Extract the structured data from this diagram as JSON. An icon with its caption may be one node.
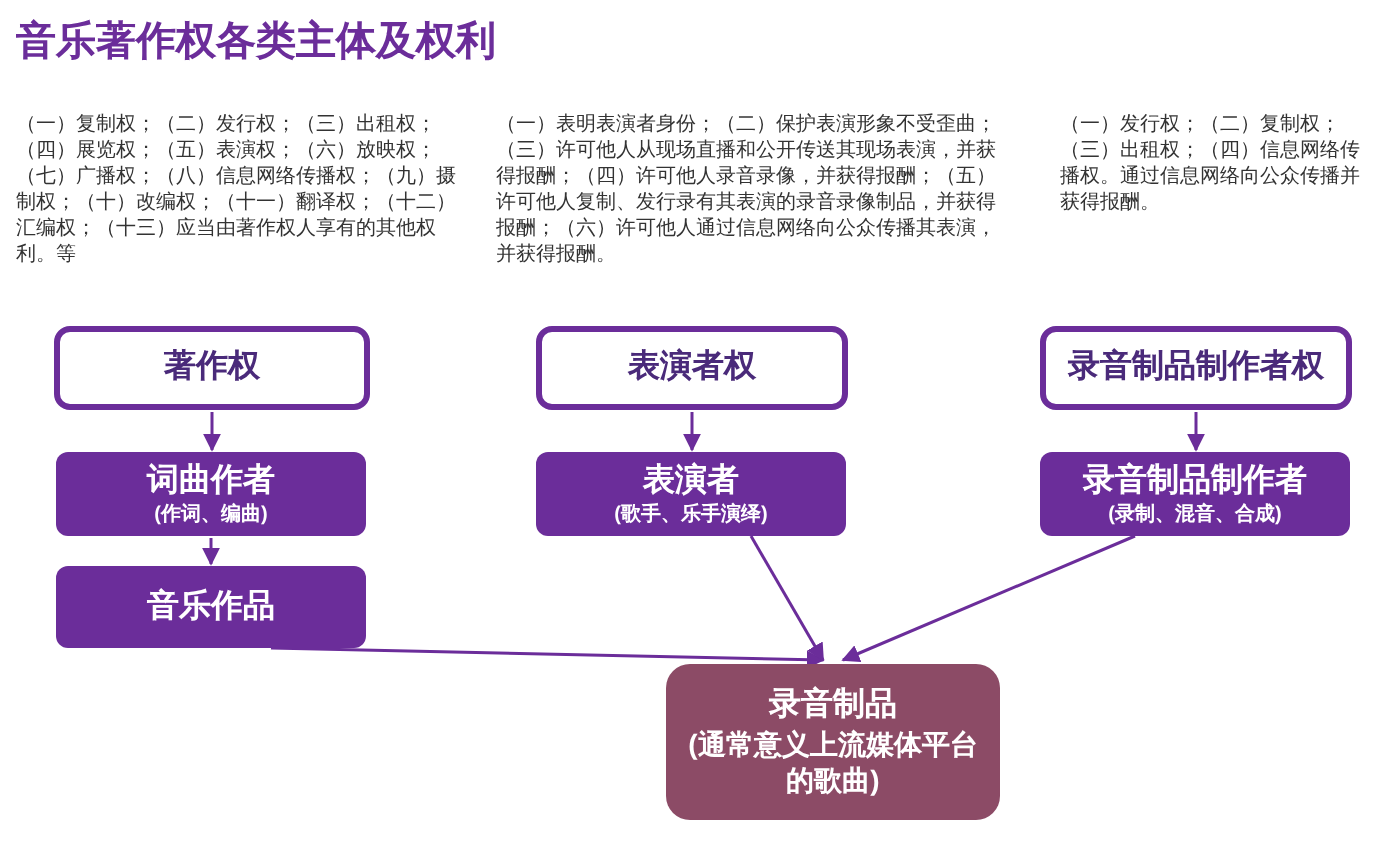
{
  "diagram": {
    "title": "音乐著作权各类主体及权利",
    "nodes": [
      {
        "text": [
          "著作权"
        ]
      },
      {
        "text": [
          "词曲作者",
          "(作词、编曲)"
        ]
      },
      {
        "text": [
          "音乐作品"
        ]
      },
      {
        "text": [
          "表演者权"
        ]
      },
      {
        "text": [
          "表演者",
          "(歌手、乐手演绎)"
        ]
      },
      {
        "text": [
          "录音制品制作者权"
        ]
      },
      {
        "text": [
          "录音制品制作者",
          "(录制、混音、合成)"
        ]
      },
      {
        "text": [
          "录音制品",
          "(通常意义上流媒体平台的歌曲)"
        ]
      }
    ],
    "edges": [
      {
        "from": 0,
        "to": 1,
        "arrow": "to"
      },
      {
        "from": 1,
        "to": 2,
        "arrow": "to"
      },
      {
        "from": 3,
        "to": 4,
        "arrow": "to"
      },
      {
        "from": 5,
        "to": 6,
        "arrow": "to"
      },
      {
        "from": 2,
        "to": 7,
        "arrow": "to"
      },
      {
        "from": 4,
        "to": 7,
        "arrow": "to"
      },
      {
        "from": 6,
        "to": 7,
        "arrow": "to"
      }
    ],
    "labels": [
      "（一）复制权；（二）发行权；（三）出租权；（四）展览权；（五）表演权；（六）放映权；（七）广播权；（八）信息网络传播权；（九）摄制权；（十）改编权；（十一）翻译权；（十二）汇编权；（十三）应当由著作权人享有的其他权利。等",
      "（一）表明表演者身份；（二）保护表演形象不受歪曲；（三）许可他人从现场直播和公开传送其现场表演，并获得报酬；（四）许可他人录音录像，并获得报酬；（五）许可他人复制、发行录有其表演的录音录像制品，并获得报酬；（六）许可他人通过信息网络向公众传播其表演，并获得报酬。",
      "（一）发行权；（二）复制权；（三）出租权；（四）信息网络传播权。通过信息网络向公众传播并获得报酬。"
    ]
  }
}
